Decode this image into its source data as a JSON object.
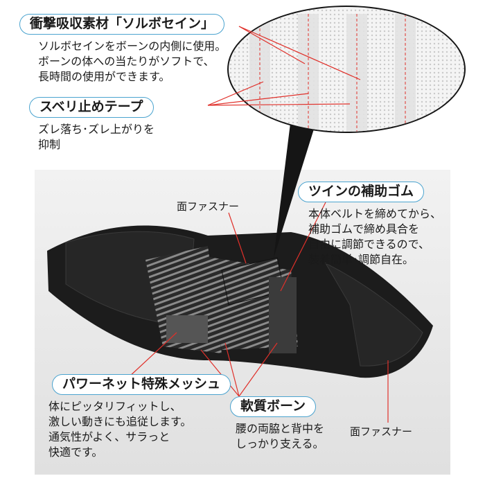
{
  "callouts": {
    "shock_absorb": {
      "title": "衝撃吸収素材「ソルボセイン」",
      "lines": [
        "ソルボセインをボーンの内側に使用。",
        "ボーンの体への当たりがソフトで、",
        "長時間の使用ができます。"
      ]
    },
    "anti_slip": {
      "title": "スベリ止めテープ",
      "lines": [
        "ズレ落ち･ズレ上がりを",
        "抑制"
      ]
    },
    "twin_rubber": {
      "title": "ツインの補助ゴム",
      "lines": [
        "本体ベルトを締めてから、",
        "補助ゴムで締め具合を",
        "自由に調節できるので、",
        "装着簡単･調節自在。"
      ]
    },
    "power_net": {
      "title": "パワーネット特殊メッシュ",
      "lines": [
        "体にピッタリフィットし、",
        "激しい動きにも追従します。",
        "通気性がよく、サラっと",
        "快適です。"
      ]
    },
    "soft_bone": {
      "title": "軟質ボーン",
      "lines": [
        "腰の両脇と背中を",
        "しっかり支える。"
      ]
    }
  },
  "labels": {
    "fastener_top": "面ファスナー",
    "fastener_bottom": "面ファスナー"
  },
  "colors": {
    "pill_border": "#4aa3cf",
    "leader_line": "#e0302a",
    "belt": "#1c1c1c"
  }
}
